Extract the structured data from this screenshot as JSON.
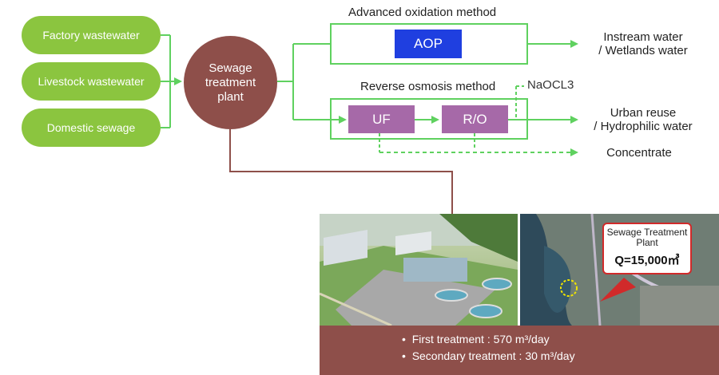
{
  "sources": [
    {
      "label": "Factory wastewater"
    },
    {
      "label": "Livestock wastewater"
    },
    {
      "label": "Domestic sewage"
    }
  ],
  "plant": {
    "line1": "Sewage",
    "line2": "treatment",
    "line3": "plant"
  },
  "aop_box": {
    "title": "Advanced oxidation method",
    "process": "AOP"
  },
  "ro_box": {
    "title": "Reverse osmosis method",
    "process_uf": "UF",
    "process_ro": "R/O",
    "chemical": "NaOCL3"
  },
  "outputs": {
    "instream_line1": "Instream water",
    "instream_line2": "/ Wetlands water",
    "urban_line1": "Urban reuse",
    "urban_line2": "/ Hydrophilic water",
    "concentrate": "Concentrate"
  },
  "callout": {
    "title_line1": "Sewage Treatment",
    "title_line2": "Plant",
    "capacity": "Q=15,000㎥"
  },
  "info": {
    "first": "First treatment : 570 m³/day",
    "second": "Secondary treatment : 30 m³/day"
  },
  "colors": {
    "source_green": "#8bc53f",
    "flow_green": "#5fd15f",
    "plant_brown": "#8e4f4a",
    "aop_blue": "#1f3fe0",
    "process_purple": "#a669a8",
    "callout_red": "#d12a2a"
  }
}
